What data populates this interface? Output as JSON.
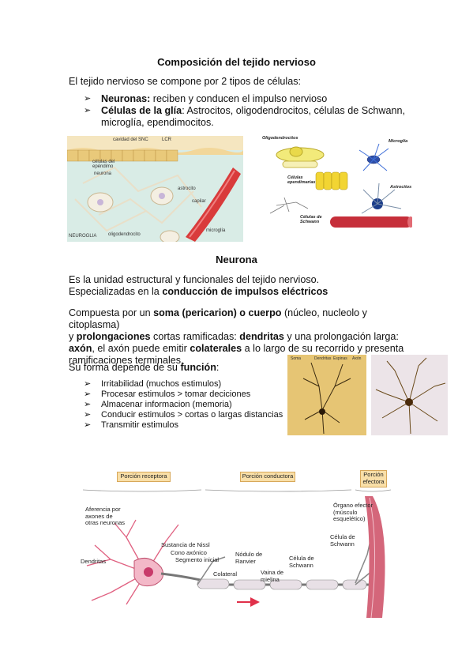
{
  "section1": {
    "title": "Composición del tejido nervioso",
    "intro": "El tejido nervioso se compone por 2 tipos de células:",
    "bullets": [
      {
        "bold": "Neuronas:",
        "text": " reciben y conducen el impulso nervioso"
      },
      {
        "bold": "Células de la glía",
        "text": ": Astrocitos, oligodendrocitos, células de Schwann,",
        "text2": "microglía, ependimocitos."
      }
    ]
  },
  "figure_glia_left": {
    "labels": [
      "cavidad del SNC",
      "LCR",
      "células del epéndimo",
      "neurona",
      "astrocito",
      "capilar",
      "microglía",
      "NEUROGLIA",
      "oligodendrocito"
    ]
  },
  "figure_glia_right": {
    "labels": [
      "Oligodendrocitos",
      "Microglía",
      "Células ependimarias",
      "Astrocitos",
      "Células de Schwann"
    ]
  },
  "section2": {
    "title": "Neurona",
    "p1_line1": "Es la unidad estructural y funcionales del tejido nervioso.",
    "p1_line2_pre": "Especializadas en la ",
    "p1_line2_bold": "conducción de impulsos eléctricos",
    "p2": {
      "l1_pre": "Compuesta por un ",
      "l1_b1": "soma (pericarion) o cuerpo",
      "l1_post": " (núcleo, nucleolo y citoplasma)",
      "l2_pre": "y ",
      "l2_b1": "prolongaciones",
      "l2_mid": " cortas ramificadas: ",
      "l2_b2": "dendritas",
      "l2_post": " y una prolongación larga:",
      "l3_b1": "axón",
      "l3_mid": ", el axón puede emitir ",
      "l3_b2": "colaterales",
      "l3_post": " a lo largo de su recorrido y presenta",
      "l4": "ramificaciones terminales."
    },
    "p3_pre": "Su forma depende de su ",
    "p3_bold": "función",
    "p3_post": ":",
    "functions": [
      "Irritabilidad (muchos estimulos)",
      "Procesar estimulos > tomar deciciones",
      "Almacenar informacion (memoria)",
      "Conducir estimulos > cortas o largas distancias",
      "Transmitir estimulos"
    ]
  },
  "figure_neuron_photo": {
    "labels": [
      "Soma",
      "Dendritas",
      "Espinas",
      "Axón"
    ]
  },
  "figure_neuron_diagram": {
    "portions": [
      "Porción receptora",
      "Porción conductora",
      "Porción efectora"
    ],
    "labels": {
      "afferent": "Aferencia por axones de otras neuronas",
      "organ": "Órgano efector (músculo esquelético)",
      "schwann_cell": "Célula de Schwann",
      "nissl": "Sustancia de Nissl",
      "cone": "Cono axónico",
      "initial": "Segmento inicial",
      "node": "Nódulo de Ranvier",
      "schwann_cell2": "Célula de Schwann",
      "dendrites": "Dendritas",
      "collateral": "Colateral",
      "myelin": "Vaina de mielina"
    }
  },
  "colors": {
    "text": "#111111",
    "diagram_box": "#f9dfa8",
    "muscle": "#d4667a",
    "nerve_cell": "#f3b8c8",
    "glia_bg": "#cfe7e2"
  }
}
